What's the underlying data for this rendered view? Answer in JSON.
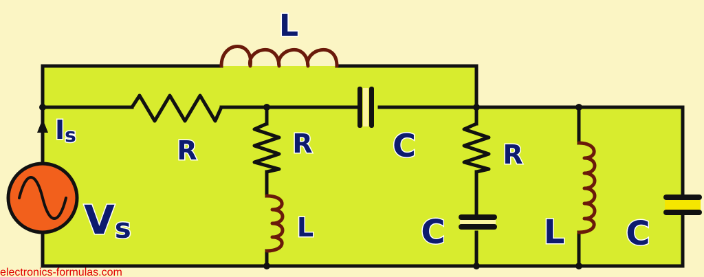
{
  "colors": {
    "page_background": "#fbf5c4",
    "circuit_fill": "#d8ec2e",
    "wire": "#111111",
    "inductor_coil": "#6a1a0a",
    "source_fill": "#f2601c",
    "label_text": "#0d1b6e",
    "watermark_text": "#e00000"
  },
  "labels": {
    "top_inductor": "L",
    "series_resistor": "R",
    "series_capacitor": "C",
    "branch1_resistor": "R",
    "branch1_inductor": "L",
    "branch2_resistor": "R",
    "branch2_capacitor": "C",
    "parallel_inductor": "L",
    "parallel_capacitor": "C",
    "current_symbol": "I",
    "current_subscript": "s",
    "source_symbol": "V",
    "source_subscript": "s"
  },
  "watermark": "electronics-formulas.com"
}
